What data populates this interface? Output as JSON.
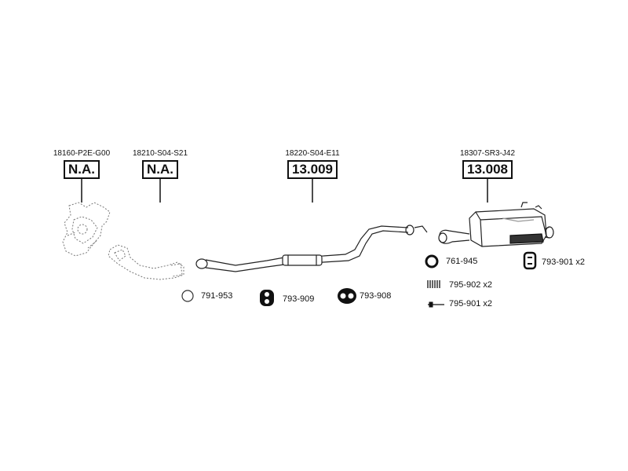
{
  "parts": [
    {
      "oe": "18160-P2E-G00",
      "ref": "N.A."
    },
    {
      "oe": "18210-S04-S21",
      "ref": "N.A."
    },
    {
      "oe": "18220-S04-E11",
      "ref": "13.009"
    },
    {
      "oe": "18307-SR3-J42",
      "ref": "13.008"
    }
  ],
  "accessories": {
    "gasket_791_953": "791-953",
    "hanger_793_909": "793-909",
    "hanger_793_908": "793-908",
    "gasket_761_945": "761-945",
    "hanger_793_901": "793-901 x2",
    "spring_795_902": "795-902 x2",
    "bolt_795_901": "795-901 x2"
  },
  "icons": {
    "gasket": "ring-gasket-icon",
    "rubber_hanger": "rubber-hanger-icon",
    "spring": "spring-icon",
    "bolt": "bolt-icon"
  }
}
